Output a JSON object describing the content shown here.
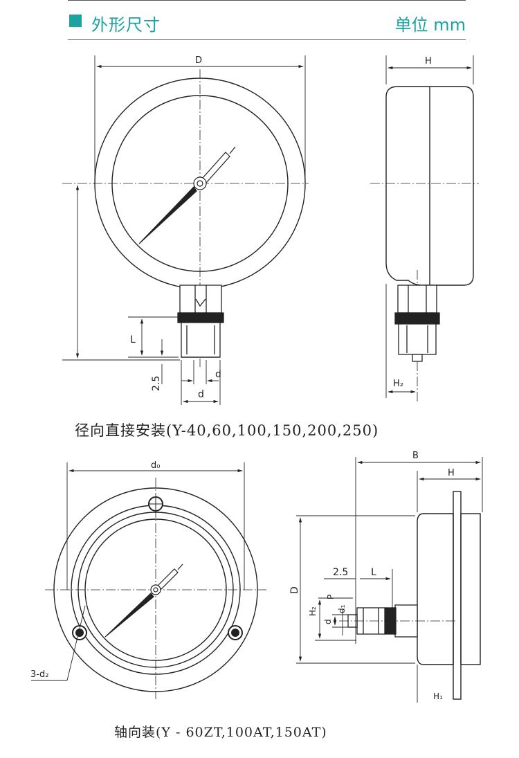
{
  "header": {
    "title": "外形尺寸",
    "unit": "单位 mm",
    "accent_color": "#1aa3a0"
  },
  "captions": {
    "radial": "径向直接安装(Y-40,60,100,150,200,250)",
    "axial": "轴向装(Y - 60ZT,100AT,150AT)"
  },
  "labels": {
    "D": "D",
    "H": "H",
    "L": "L",
    "d": "d",
    "dim_2_5": "2.5",
    "H2": "H₂",
    "d0": "d₀",
    "B": "B",
    "P": "P",
    "d1": "d₁",
    "H1": "H₁",
    "holes": "3-d₂"
  }
}
